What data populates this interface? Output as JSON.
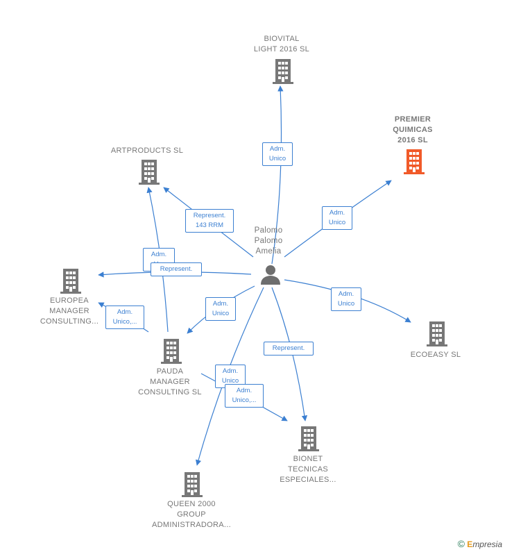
{
  "center_person": {
    "label": "Palomo\nPalomo\nAmelia",
    "icon": "person-icon"
  },
  "companies": {
    "biovital": {
      "label": "BIOVITAL\nLIGHT 2016  SL",
      "icon": "building-icon"
    },
    "premier": {
      "label": "PREMIER\nQUIMICAS\n2016  SL",
      "icon": "building-icon",
      "color": "#f15a29"
    },
    "artproducts": {
      "label": "ARTPRODUCTS SL",
      "icon": "building-icon"
    },
    "europea": {
      "label": "EUROPEA\nMANAGER\nCONSULTING...",
      "icon": "building-icon"
    },
    "ecoeasy": {
      "label": "ECOEASY  SL",
      "icon": "building-icon"
    },
    "pauda": {
      "label": "PAUDA\nMANAGER\nCONSULTING SL",
      "icon": "building-icon"
    },
    "bionet": {
      "label": "BIONET\nTECNICAS\nESPECIALES...",
      "icon": "building-icon"
    },
    "queen": {
      "label": "QUEEN 2000\nGROUP\nADMINISTRADORA...",
      "icon": "building-icon"
    }
  },
  "relations": {
    "r_biovital": "Adm.\nUnico",
    "r_premier": "Adm.\nUnico",
    "r_artproducts": "Represent.\n143 RRM",
    "r_adm_art": "Adm.\nU...",
    "r_europea_rep": "Represent.",
    "r_pauda": "Adm.\nUnico",
    "r_ecoeasy": "Adm.\nUnico",
    "r_europea_pauda": "Adm.\nUnico,...",
    "r_bionet": "Represent.",
    "r_queen": "Adm.\nUnico",
    "r_bionet_pauda": "Adm.\nUnico,..."
  },
  "colors": {
    "edge": "#3b7fd1",
    "building": "#777777",
    "highlight": "#f15a29"
  },
  "footer": {
    "copyright": "©",
    "brand_initial": "E",
    "brand_rest": "mpresia"
  }
}
